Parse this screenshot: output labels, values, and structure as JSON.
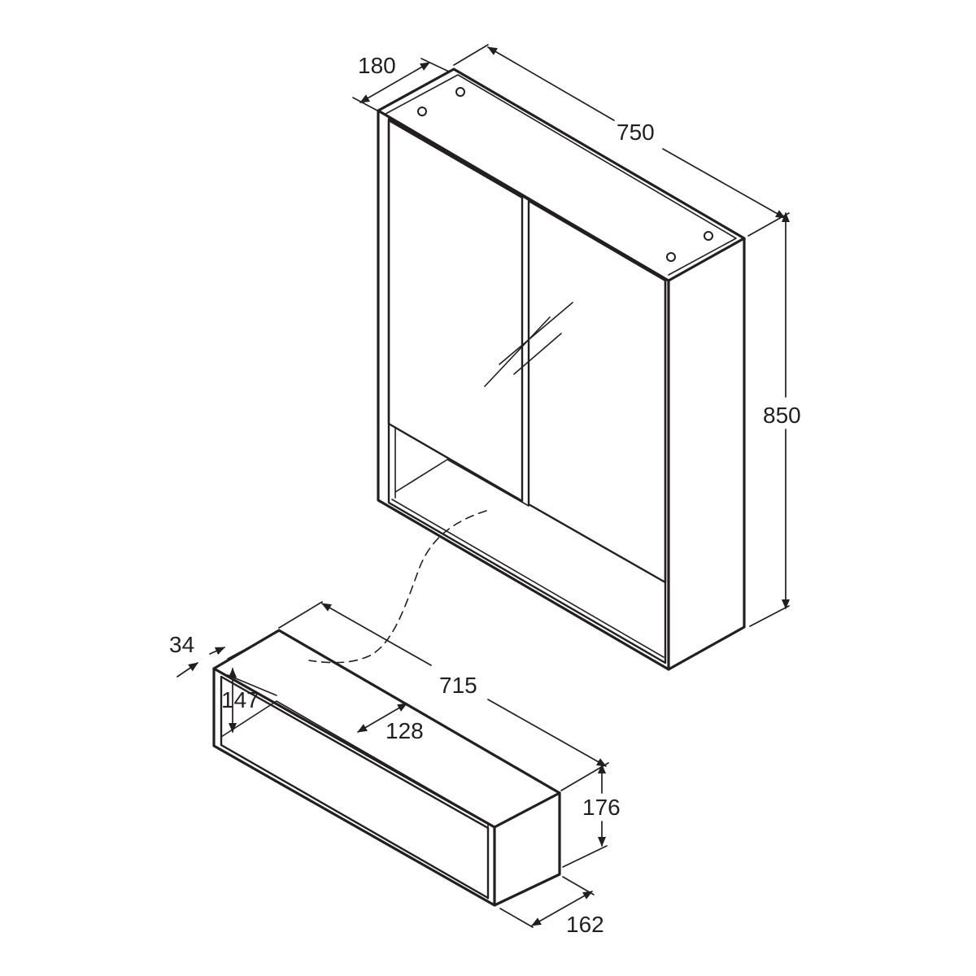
{
  "dimensions": {
    "cabinet_depth": "180",
    "cabinet_width": "750",
    "cabinet_height": "850",
    "shelf_thickness": "34",
    "shelf_opening_height": "147",
    "shelf_inner_depth": "128",
    "shelf_width": "715",
    "shelf_height": "176",
    "shelf_depth": "162"
  },
  "colors": {
    "line": "#231f20",
    "background": "#ffffff"
  }
}
